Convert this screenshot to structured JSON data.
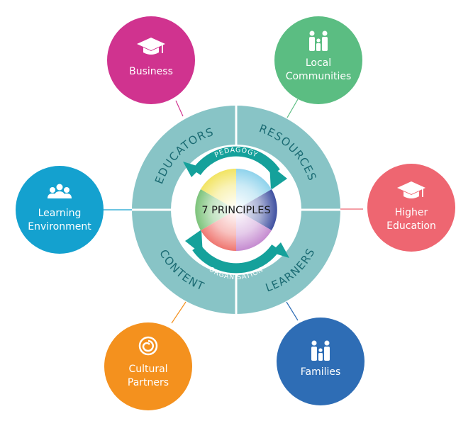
{
  "center": {
    "label": "7 PRINCIPLES"
  },
  "arrows": {
    "top": "PEDAGOGY",
    "bottom": "ORGANISATION"
  },
  "ring": {
    "educators": "EDUCATORS",
    "resources": "RESOURCES",
    "learners": "LEARNERS",
    "content": "CONTENT"
  },
  "satellites": {
    "business": {
      "line1": "Business",
      "icon": "graduation-cap-icon",
      "color": "#d0338f"
    },
    "local_communities": {
      "line1": "Local",
      "line2": "Communities",
      "icon": "people-icon",
      "color": "#5bbd82"
    },
    "learning_environment": {
      "line1": "Learning",
      "line2": "Environment",
      "icon": "group-icon",
      "color": "#14a1cf"
    },
    "higher_education": {
      "line1": "Higher",
      "line2": "Education",
      "icon": "graduation-cap-icon",
      "color": "#ee6671"
    },
    "cultural_partners": {
      "line1": "Cultural",
      "line2": "Partners",
      "icon": "spiral-icon",
      "color": "#f4911e"
    },
    "families": {
      "line1": "Families",
      "icon": "people-icon",
      "color": "#2e6db5"
    }
  },
  "colors": {
    "ring": "#88c4c6",
    "arrow": "#15a19b",
    "divider": "#ffffff"
  }
}
